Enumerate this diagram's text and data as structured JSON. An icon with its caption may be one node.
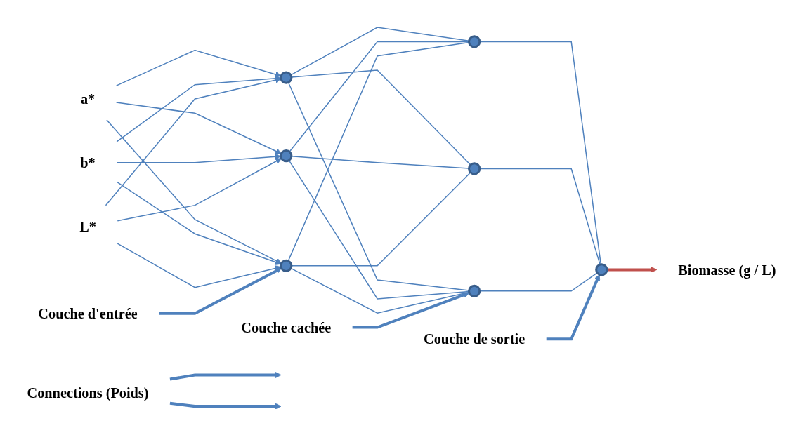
{
  "diagram": {
    "nodes": [
      {
        "text": [
          "a*"
        ]
      },
      {
        "text": [
          "b*"
        ]
      },
      {
        "text": [
          "L*"
        ]
      },
      {
        "text": [],
        "shape": "circle"
      },
      {
        "text": [],
        "shape": "circle"
      },
      {
        "text": [],
        "shape": "circle"
      },
      {
        "text": [],
        "shape": "circle"
      },
      {
        "text": [],
        "shape": "circle"
      },
      {
        "text": [],
        "shape": "circle"
      },
      {
        "text": [],
        "shape": "circle"
      },
      {
        "text": [
          "Biomasse (g / L)"
        ]
      },
      {
        "text": [
          "Connections (Poids)"
        ]
      },
      {
        "text": [
          "Couche  de  sortie"
        ]
      },
      {
        "text": [
          "Couche  cachée"
        ]
      },
      {
        "text": [
          "Couche  d'entrée"
        ]
      }
    ],
    "edges": [
      {
        "from": 0,
        "to": 3,
        "arrow": "to"
      },
      {
        "from": 0,
        "to": 4,
        "arrow": "to"
      },
      {
        "from": 0,
        "to": 5,
        "arrow": "to"
      },
      {
        "from": 1,
        "to": 3,
        "arrow": "to"
      },
      {
        "from": 1,
        "to": 4,
        "arrow": "to"
      },
      {
        "from": 1,
        "to": 5,
        "arrow": "to"
      },
      {
        "from": 2,
        "to": 3,
        "arrow": "to"
      },
      {
        "from": 2,
        "to": 4,
        "arrow": "to"
      },
      {
        "from": 2,
        "to": 5,
        "arrow": "to"
      },
      {
        "from": 3,
        "to": 6,
        "arrow": "none"
      },
      {
        "from": 3,
        "to": 7,
        "arrow": "none"
      },
      {
        "from": 3,
        "to": 8,
        "arrow": "none"
      },
      {
        "from": 4,
        "to": 6,
        "arrow": "none"
      },
      {
        "from": 4,
        "to": 7,
        "arrow": "none"
      },
      {
        "from": 4,
        "to": 8,
        "arrow": "none"
      },
      {
        "from": 5,
        "to": 6,
        "arrow": "none"
      },
      {
        "from": 5,
        "to": 7,
        "arrow": "none"
      },
      {
        "from": 5,
        "to": 8,
        "arrow": "none"
      },
      {
        "from": 6,
        "to": 9,
        "arrow": "none"
      },
      {
        "from": 7,
        "to": 9,
        "arrow": "none"
      },
      {
        "from": 8,
        "to": 9,
        "arrow": "none"
      },
      {
        "from": 9,
        "to": 10,
        "arrow": "to",
        "style": "thick",
        "color": "#c0504d"
      },
      {
        "from": 11,
        "to": null,
        "arrow": "to",
        "style": "thick"
      },
      {
        "from": 11,
        "to": null,
        "arrow": "to",
        "style": "thick"
      },
      {
        "from": 12,
        "to": 9,
        "arrow": "to",
        "style": "thick"
      },
      {
        "from": 13,
        "to": 8,
        "arrow": "to",
        "style": "thick"
      },
      {
        "from": 14,
        "to": 5,
        "arrow": "to",
        "style": "thick"
      }
    ]
  }
}
